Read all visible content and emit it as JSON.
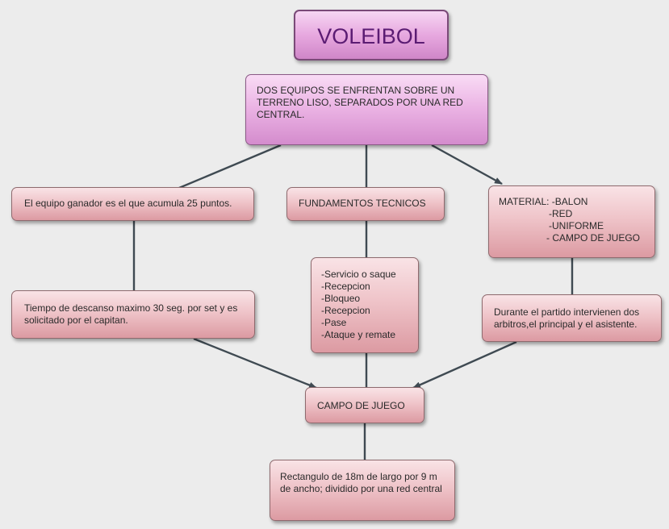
{
  "diagram": {
    "title": "VOLEIBOL",
    "definition": "DOS EQUIPOS SE ENFRENTAN SOBRE UN TERRENO LISO, SEPARADOS POR UNA RED CENTRAL.",
    "winner": "El equipo ganador es el que acumula 25 puntos.",
    "fundamentals_title": "FUNDAMENTOS TECNICOS",
    "fundamentals_items": [
      "-Servicio o saque",
      "-Recepcion",
      "-Bloqueo",
      "-Recepcion",
      "-Pase",
      "-Ataque y remate"
    ],
    "material_lines": [
      "MATERIAL: -BALON",
      "-RED",
      "-UNIFORME",
      "- CAMPO DE JUEGO"
    ],
    "rest_time": "Tiempo de descanso maximo 30 seg. por set y es solicitado por el capitan.",
    "referees": "Durante el partido intervienen dos arbitros,el principal y el asistente.",
    "court_title": "CAMPO DE JUEGO",
    "court_description": "Rectangulo de 18m de largo por 9 m de ancho; dividido por una red central"
  },
  "colors": {
    "background": "#ececec",
    "node_fill": "#efc4c9",
    "lilac_fill": "#eab1e3",
    "title_text": "#5b1c73",
    "connector": "#3f4a52"
  }
}
